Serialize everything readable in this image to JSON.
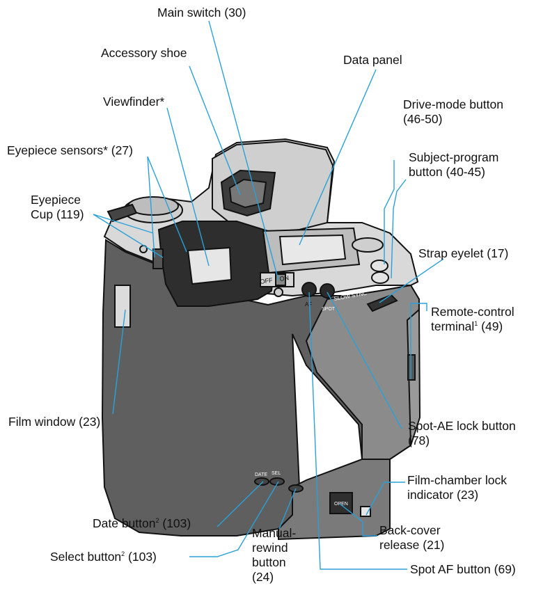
{
  "colors": {
    "leader": "#2aa0d8",
    "body_dark": "#5e5e5e",
    "body_mid": "#8a8a8a",
    "top_light": "#dcdcdc",
    "outline": "#111111"
  },
  "labels": {
    "main_switch": "Main switch (30)",
    "accessory_shoe": "Accessory shoe",
    "data_panel": "Data panel",
    "viewfinder": "Viewfinder*",
    "drive_mode_1": "Drive-mode button",
    "drive_mode_2": "(46-50)",
    "eyepiece_sensors": "Eyepiece sensors* (27)",
    "subject_program_1": "Subject-program",
    "subject_program_2": "button (40-45)",
    "eyepiece_cup_1": "Eyepiece",
    "eyepiece_cup_2": "Cup (119)",
    "strap_eyelet": "Strap eyelet (17)",
    "remote_1": "Remote-control",
    "remote_2": "terminal",
    "remote_sup": "1",
    "remote_3": " (49)",
    "film_window": "Film window (23)",
    "spot_ae_1": "Spot-AE lock button",
    "spot_ae_2": "(78)",
    "chamber_1": "Film-chamber lock",
    "chamber_2": "indicator (23)",
    "date_1": "Date button",
    "date_sup": "2",
    "date_2": " (103)",
    "back_cover_1": "Back-cover",
    "back_cover_2": "release (21)",
    "select_1": "Select button",
    "select_sup": "2",
    "select_2": " (103)",
    "manual_1": "Manual-",
    "manual_2": "rewind",
    "manual_3": "button",
    "manual_4": "(24)",
    "spot_af": "Spot AF button (69)"
  },
  "camera_marks": {
    "off": "OFF",
    "on": "ON",
    "af": "AF",
    "slow_sync": "SLOW SYNC",
    "spot": "SPOT",
    "date": "DATE",
    "sel": "SEL",
    "open": "OPEN"
  }
}
